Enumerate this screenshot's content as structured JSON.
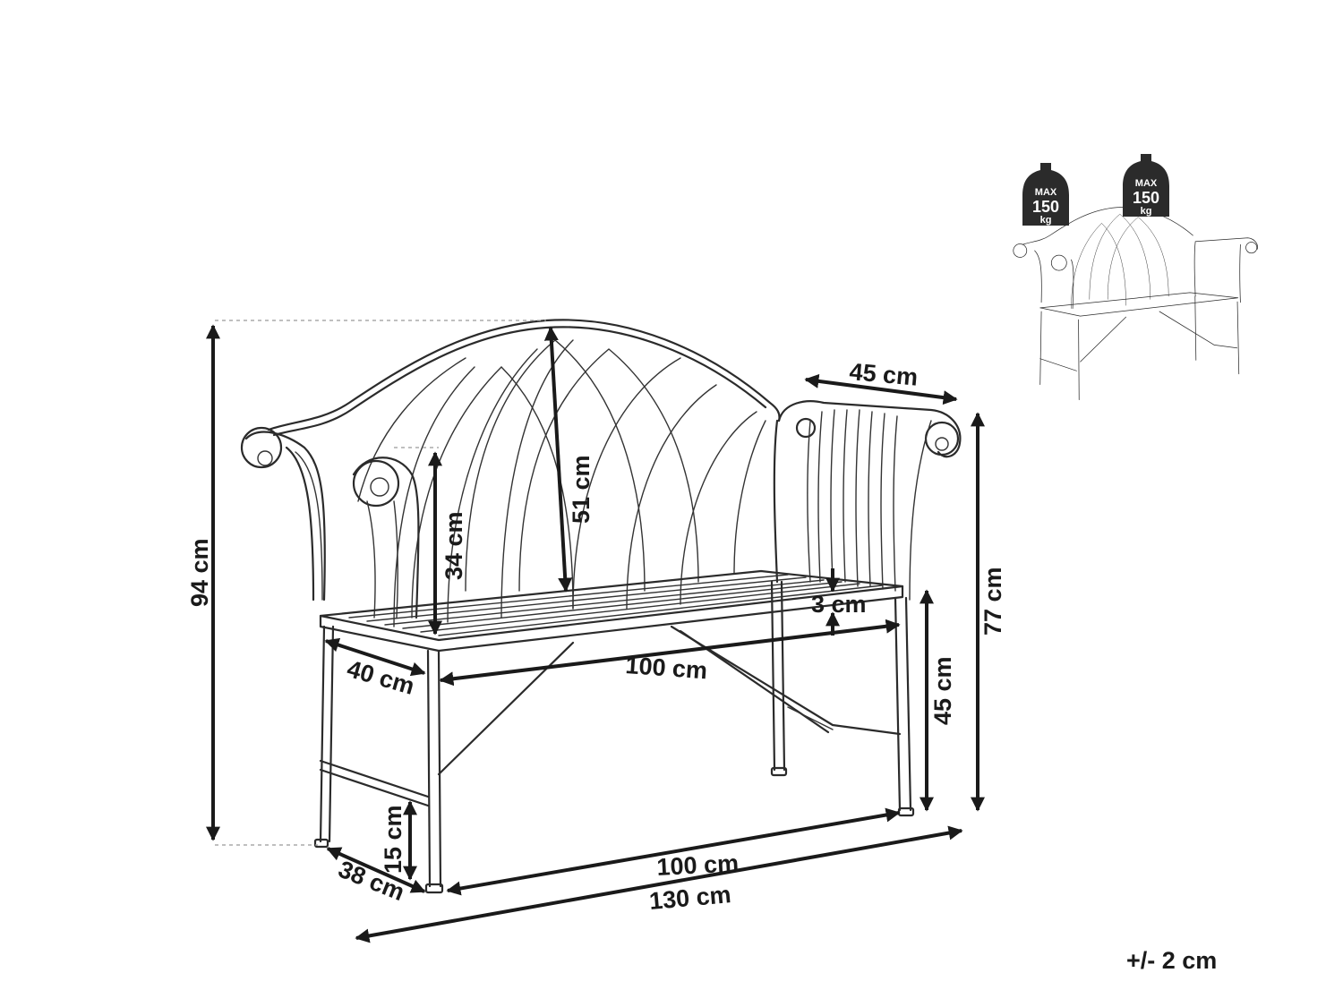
{
  "dimensions": {
    "overall_height": "94 cm",
    "backrest_height": "51 cm",
    "back_above_seat": "34 cm",
    "armrest_depth": "45 cm",
    "armrest_height": "77 cm",
    "seat_thickness": "3 cm",
    "seat_height": "45 cm",
    "seat_depth": "40 cm",
    "seat_width": "100 cm",
    "base_width": "100 cm",
    "overall_width": "130 cm",
    "leg_depth": "38 cm",
    "stretcher_height": "15 cm"
  },
  "max_load": {
    "word": "MAX",
    "value": "150",
    "unit": "kg"
  },
  "tolerance": "+/- 2 cm"
}
